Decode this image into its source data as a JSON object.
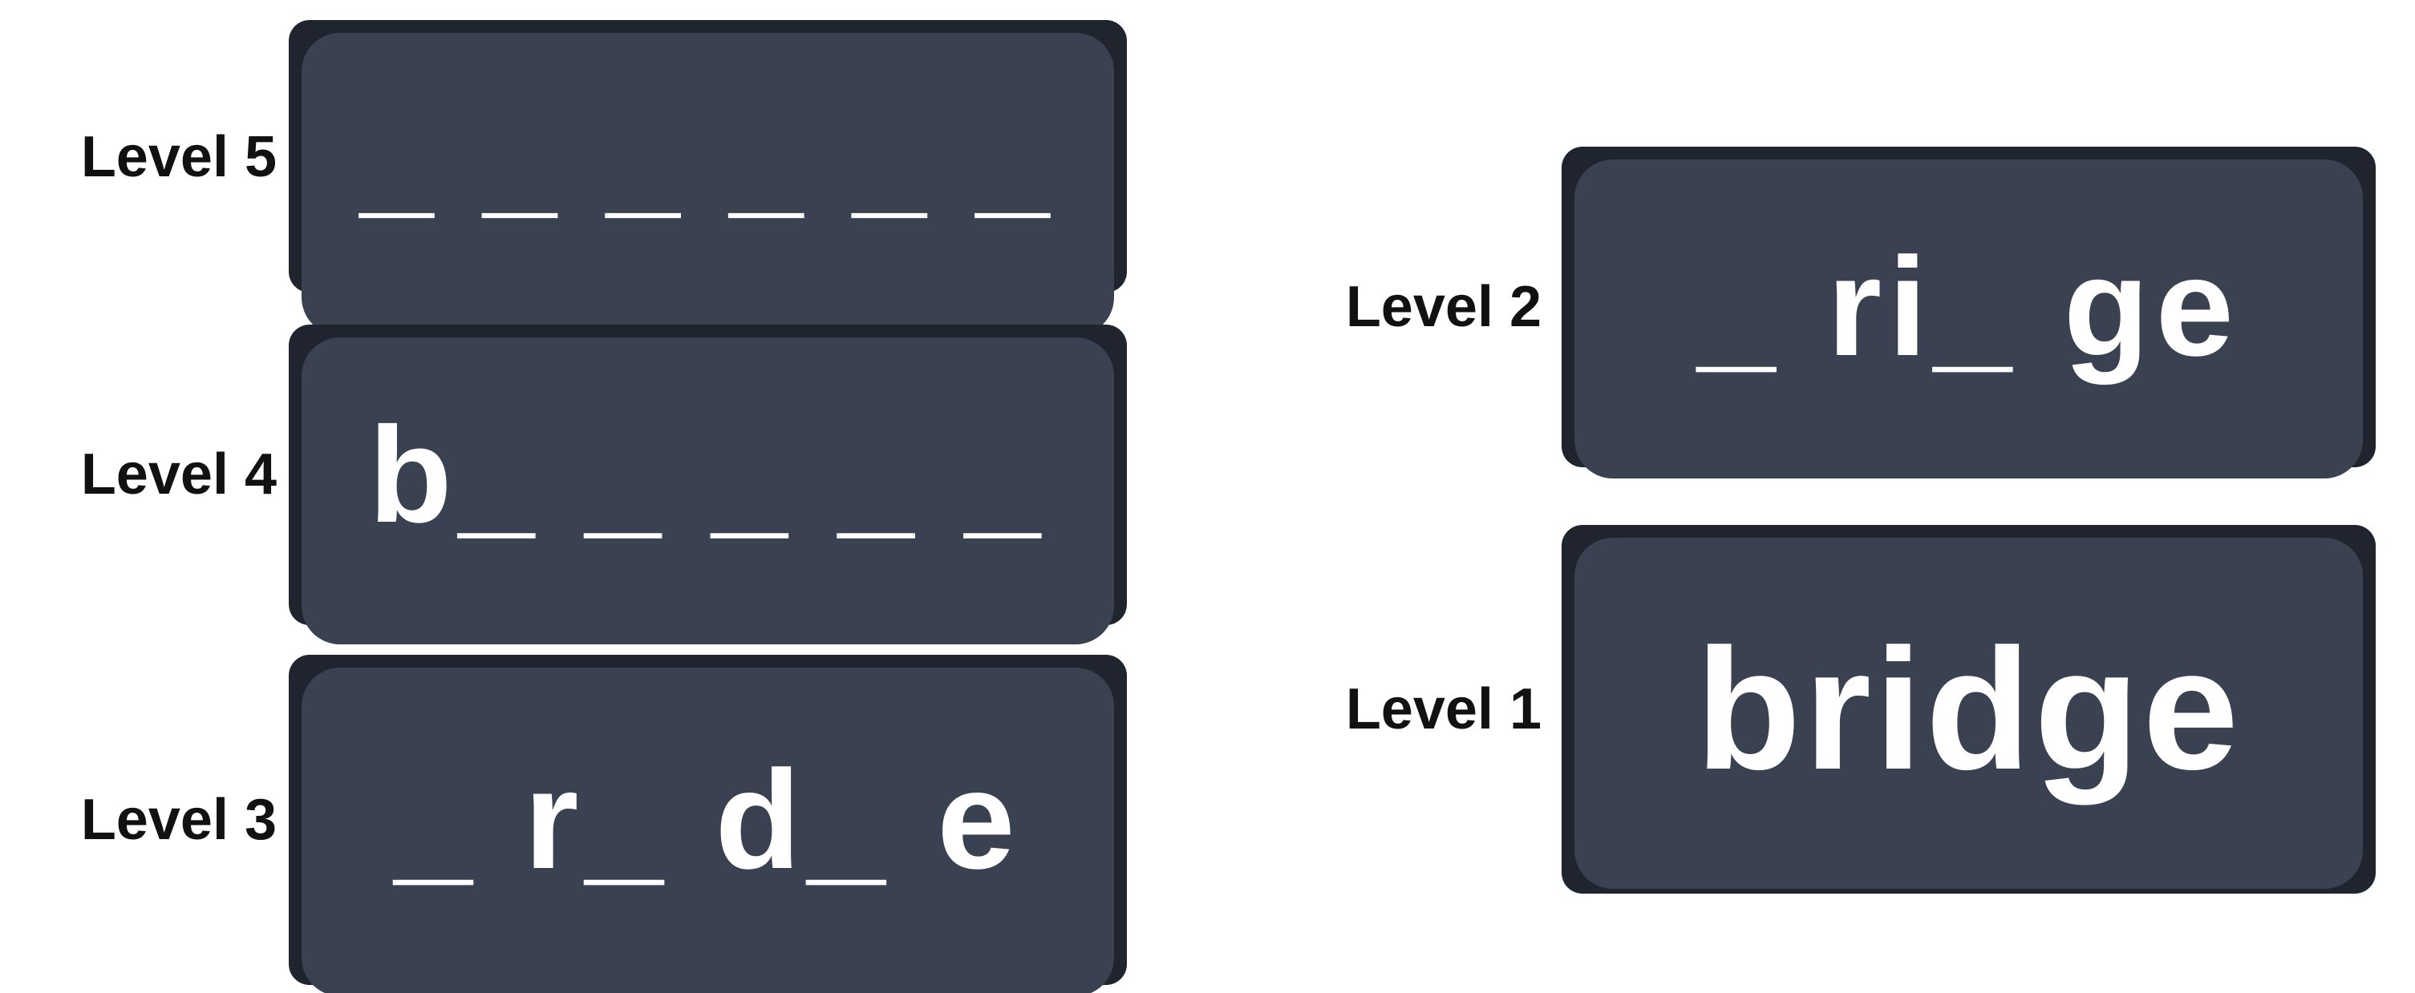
{
  "game": {
    "levels": [
      {
        "label": "Level 5",
        "display": "_ _ _ _ _ _"
      },
      {
        "label": "Level 4",
        "display": "b_ _ _ _ _"
      },
      {
        "label": "Level 3",
        "display": "_ r_ d_ e"
      },
      {
        "label": "Level 2",
        "display": "_ ri_ ge"
      },
      {
        "label": "Level 1",
        "display": "bridge"
      }
    ],
    "colors": {
      "card_background": "#3a4150",
      "card_border": "#20242e",
      "card_text": "#ffffff",
      "label_text": "#111111",
      "page_background": "#ffffff"
    }
  }
}
